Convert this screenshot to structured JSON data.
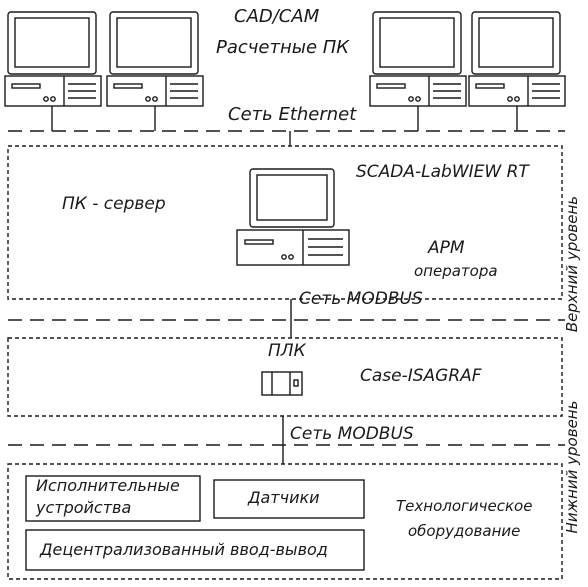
{
  "top": {
    "title_line1": "CAD/CAM",
    "title_line2": "Расчетные ПК",
    "network_label": "Сеть Ethernet"
  },
  "server_block": {
    "pc_label": "ПК - сервер",
    "scada_label": "SCADA-LabWIEW RT",
    "arm_line1": "АРМ",
    "arm_line2": "оператора"
  },
  "modbus_label_1": "Сеть MODBUS",
  "plc_block": {
    "plc_label": "ПЛК",
    "isagraf_label": "Case-ISAGRAF"
  },
  "modbus_label_2": "Сеть MODBUS",
  "equipment_block": {
    "actuators_line1": "Исполнительные",
    "actuators_line2": "устройства",
    "sensors": "Датчики",
    "tech_line1": "Технологическое",
    "tech_line2": "оборудование",
    "io": "Децентрализованный ввод-вывод"
  },
  "side_labels": {
    "upper": "Верхний уровень",
    "lower": "Нижний уровень"
  }
}
